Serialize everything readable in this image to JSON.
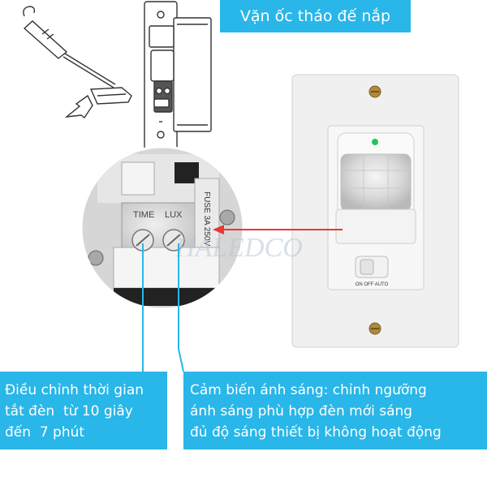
{
  "title": "Vặn ốc tháo đế nắp",
  "time_caption": [
    "Điều chỉnh thời gian",
    "tắt đèn  từ 10 giây",
    "đến  7 phút"
  ],
  "lux_caption": [
    "Cảm biến ánh sáng: chỉnh ngưỡng",
    "ánh sáng phù hợp đèn mới sáng",
    "đủ độ sáng thiết bị không hoạt động"
  ],
  "knobs": {
    "time": "TIME",
    "lux": "LUX"
  },
  "fuse_label": "FUSE 3A 250V",
  "switch_positions": "ON OFF AUTO",
  "watermark": "HALEDCO",
  "colors": {
    "accent": "#29b6e8",
    "arrow": "#e53935",
    "sensor_led": "#22c55e"
  }
}
